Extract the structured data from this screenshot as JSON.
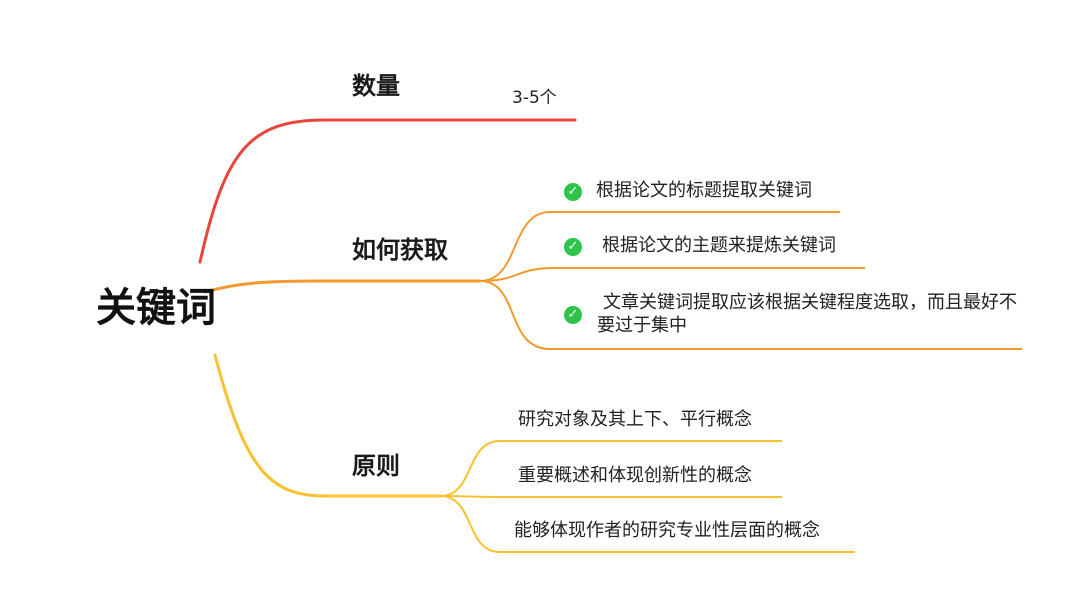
{
  "root": {
    "label": "关键词"
  },
  "colors": {
    "red": "#e8463c",
    "orange": "#f29a2e",
    "yellow": "#f6c232",
    "check": "#2ec44a"
  },
  "branches": [
    {
      "label": "数量",
      "color": "red",
      "children": [
        {
          "text": "3-5个",
          "checked": false
        }
      ]
    },
    {
      "label": "如何获取",
      "color": "orange",
      "children": [
        {
          "text": "根据论文的标题提取关键词",
          "checked": true
        },
        {
          "text": "根据论文的主题来提炼关键词",
          "checked": true
        },
        {
          "text": "文章关键词提取应该根据关键程度选取，而且最好不要过于集中",
          "checked": true
        }
      ]
    },
    {
      "label": "原则",
      "color": "yellow",
      "children": [
        {
          "text": "研究对象及其上下、平行概念",
          "checked": false
        },
        {
          "text": "重要概述和体现创新性的概念",
          "checked": false
        },
        {
          "text": "能够体现作者的研究专业性层面的概念",
          "checked": false
        }
      ]
    }
  ]
}
